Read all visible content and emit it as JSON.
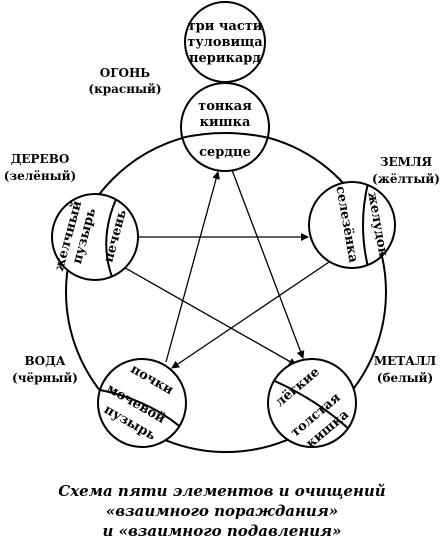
{
  "top_circle": {
    "lines": [
      "три части",
      "туловища",
      "перикард"
    ]
  },
  "elements": {
    "fire": {
      "name": "ОГОНЬ",
      "color": "(красный)",
      "organ_top": [
        "тонкая",
        "кишка"
      ],
      "organ_bottom": "сердце"
    },
    "earth": {
      "name": "ЗЕМЛЯ",
      "color": "(жёлтый)",
      "organ_outer": "желудок",
      "organ_inner": "селезёнка"
    },
    "metal": {
      "name": "МЕТАЛЛ",
      "color": "(белый)",
      "organ_top": "лёгкие",
      "organ_bottom": [
        "толстая",
        "кишка"
      ]
    },
    "water": {
      "name": "ВОДА",
      "color": "(чёрный)",
      "organ_top": "почки",
      "organ_bottom": [
        "мочевой",
        "пузырь"
      ]
    },
    "wood": {
      "name": "ДЕРЕВО",
      "color": "(зелёный)",
      "organ_outer": [
        "желчный",
        "пузырь"
      ],
      "organ_inner": "печень"
    }
  },
  "caption": {
    "line1": "Схема пяти элементов и очищений",
    "line2": "«взаимного пораждания»",
    "line3": "и «взаимного подавления»"
  }
}
